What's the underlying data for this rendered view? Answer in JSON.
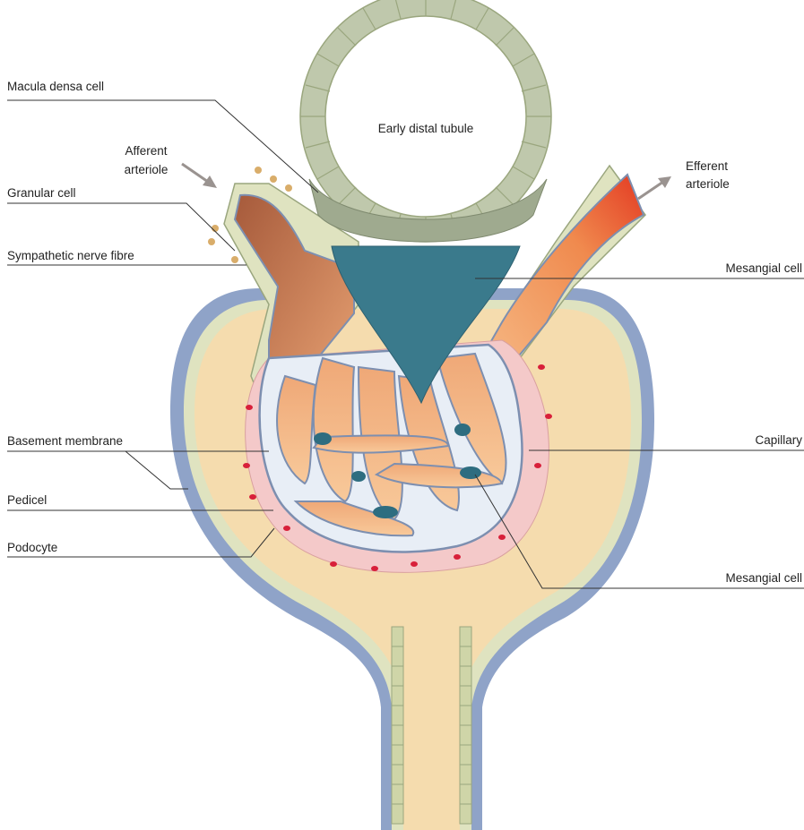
{
  "labels": {
    "macula_densa": "Macula densa cell",
    "early_distal_tubule": "Early distal tubule",
    "afferent_l1": "Afferent",
    "afferent_l2": "arteriole",
    "efferent_l1": "Efferent",
    "efferent_l2": "arteriole",
    "granular_cell": "Granular cell",
    "sympathetic_nerve": "Sympathetic nerve fibre",
    "mesangial_top": "Mesangial cell",
    "basement_membrane": "Basement membrane",
    "capillary": "Capillary",
    "pedicel": "Pedicel",
    "podocyte": "Podocyte",
    "mesangial_bottom": "Mesangial cell"
  },
  "colors": {
    "capsule_fill": "#f5dcae",
    "capsule_wall": "#8fa3c8",
    "epithelium": "#dfe3c0",
    "tubule_cell": "#bfc8ac",
    "mesangium": "#3a7a8c",
    "capillary_light": "#f6c28e",
    "capillary_dark": "#b5683f",
    "efferent_red": "#e8412a",
    "podocyte_pink": "#f4c9c9",
    "nucleus_red": "#d8203a",
    "arrow_grey": "#9a9390"
  }
}
